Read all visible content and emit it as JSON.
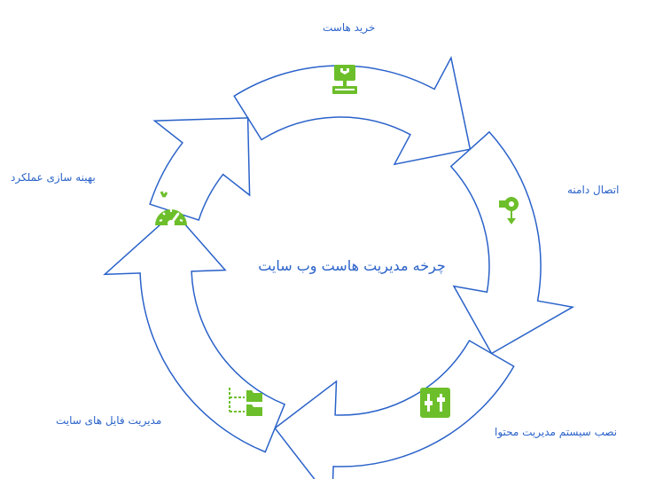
{
  "diagram": {
    "title": "چرخه مدیریت هاست وب سایت",
    "stages": [
      {
        "label": "خرید هاست",
        "icon": "server-computer-icon"
      },
      {
        "label": "اتصال دامنه",
        "icon": "domain-connect-icon"
      },
      {
        "label": "نصب سیستم مدیریت محتوا",
        "icon": "cms-install-icon"
      },
      {
        "label": "مدیریت فایل های سایت",
        "icon": "folder-tree-icon"
      },
      {
        "label": "بهینه سازی عملکرد",
        "icon": "speedometer-icon"
      }
    ],
    "colors": {
      "ring": "#2a62c9",
      "icon": "#6cbf2a",
      "text": "#2a62c9"
    }
  }
}
